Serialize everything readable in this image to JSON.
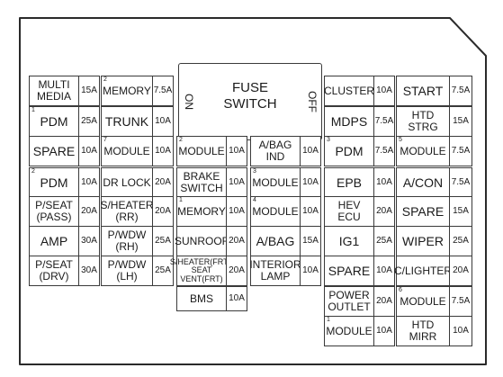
{
  "fuse_switch": {
    "title_line1": "FUSE",
    "title_line2": "SWITCH",
    "left_label": "ON",
    "right_label": "OFF"
  },
  "left_rows": [
    [
      {
        "name": "MULTI\nMEDIA",
        "amp": "15A"
      },
      {
        "name": "MEMORY",
        "num": "2",
        "amp": "7.5A"
      }
    ],
    [
      {
        "name": "PDM",
        "num": "1",
        "amp": "25A"
      },
      {
        "name": "TRUNK",
        "amp": "10A"
      }
    ],
    [
      {
        "name": "SPARE",
        "amp": "10A"
      },
      {
        "name": "MODULE",
        "num": "7",
        "amp": "10A"
      },
      {
        "name": "MODULE",
        "num": "2",
        "amp": "10A"
      },
      {
        "name": "A/BAG\nIND",
        "amp": "10A"
      }
    ],
    [
      {
        "name": "PDM",
        "num": "2",
        "amp": "10A"
      },
      {
        "name": "DR LOCK",
        "amp": "20A"
      },
      {
        "name": "BRAKE\nSWITCH",
        "amp": "10A"
      },
      {
        "name": "MODULE",
        "num": "3",
        "amp": "10A"
      }
    ],
    [
      {
        "name": "P/SEAT\n(PASS)",
        "amp": "20A"
      },
      {
        "name": "S/HEATER\n(RR)",
        "amp": "20A"
      },
      {
        "name": "MEMORY",
        "num": "1",
        "amp": "10A"
      },
      {
        "name": "MODULE",
        "num": "4",
        "amp": "10A"
      }
    ],
    [
      {
        "name": "AMP",
        "amp": "30A"
      },
      {
        "name": "P/WDW\n(RH)",
        "amp": "25A"
      },
      {
        "name": "SUNROOF",
        "amp": "20A"
      },
      {
        "name": "A/BAG",
        "amp": "15A"
      }
    ],
    [
      {
        "name": "P/SEAT\n(DRV)",
        "amp": "30A"
      },
      {
        "name": "P/WDW\n(LH)",
        "amp": "25A"
      },
      {
        "name": "S/HEATER(FRT)/\nSEAT VENT(FRT)",
        "amp": "20A"
      },
      {
        "name": "INTERIOR\nLAMP",
        "amp": "10A"
      }
    ],
    [
      {
        "name": "BMS",
        "amp": "10A"
      }
    ]
  ],
  "right_rows": [
    [
      {
        "name": "CLUSTER",
        "amp": "10A"
      },
      {
        "name": "START",
        "amp": "7.5A"
      }
    ],
    [
      {
        "name": "MDPS",
        "amp": "7.5A"
      },
      {
        "name": "HTD\nSTRG",
        "amp": "15A"
      }
    ],
    [
      {
        "name": "PDM",
        "num": "3",
        "amp": "7.5A"
      },
      {
        "name": "MODULE",
        "num": "5",
        "amp": "7.5A"
      }
    ],
    [
      {
        "name": "EPB",
        "amp": "10A"
      },
      {
        "name": "A/CON",
        "amp": "7.5A"
      }
    ],
    [
      {
        "name": "HEV\nECU",
        "amp": "20A"
      },
      {
        "name": "SPARE",
        "amp": "15A"
      }
    ],
    [
      {
        "name": "IG1",
        "amp": "25A"
      },
      {
        "name": "WIPER",
        "amp": "25A"
      }
    ],
    [
      {
        "name": "SPARE",
        "amp": "10A"
      },
      {
        "name": "C/LIGHTER",
        "amp": "20A"
      }
    ],
    [
      {
        "name": "POWER\nOUTLET",
        "amp": "20A"
      },
      {
        "name": "MODULE",
        "num": "6",
        "amp": "7.5A"
      }
    ],
    [
      {
        "name": "MODULE",
        "num": "1",
        "amp": "10A"
      },
      {
        "name": "HTD\nMIRR",
        "amp": "10A"
      }
    ]
  ]
}
